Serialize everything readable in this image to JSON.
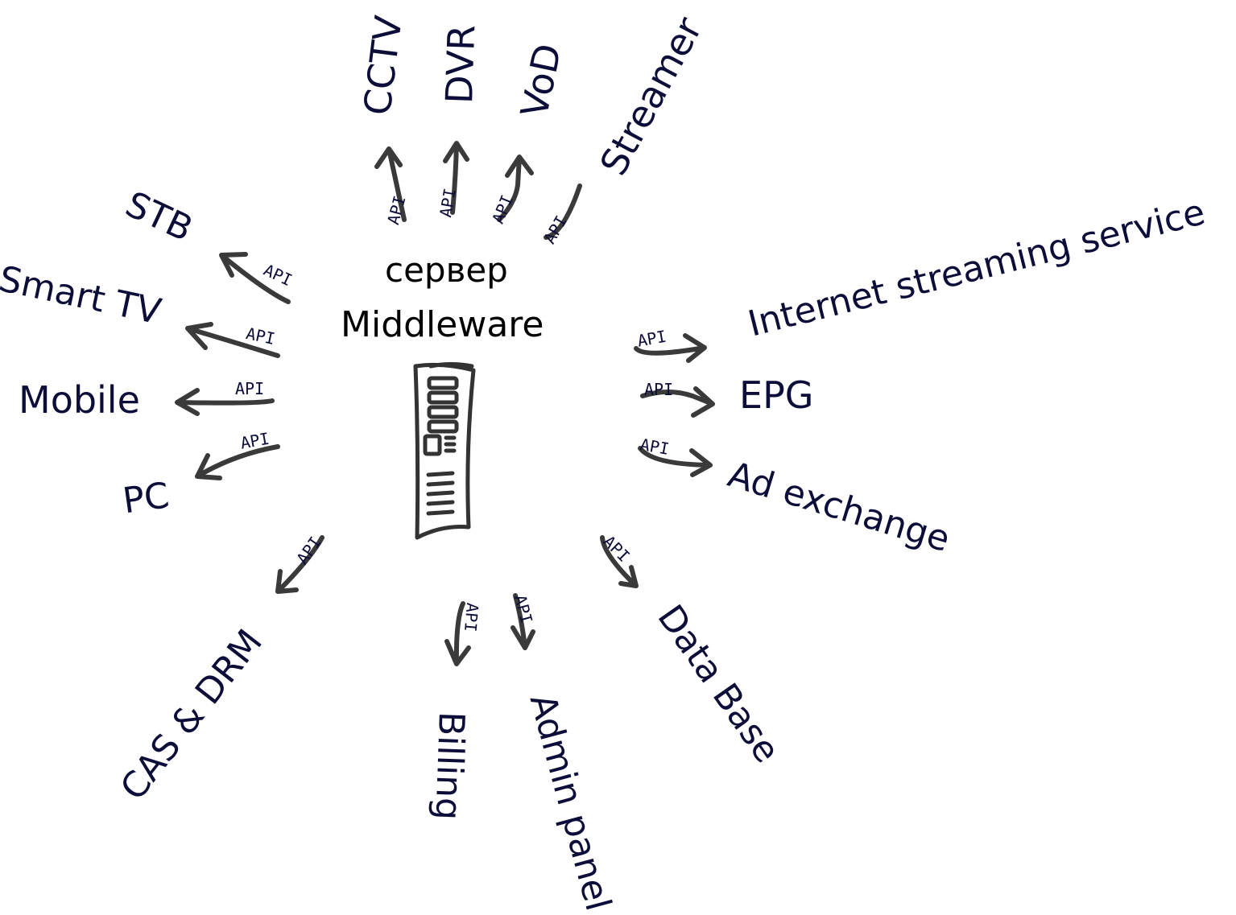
{
  "center": {
    "title_ru": "сервер",
    "title_en": "Middleware",
    "icon": "server-rack-icon"
  },
  "connector_label": "API",
  "colors": {
    "text": "#0d0d3a",
    "arrow": "#3a3a3a",
    "background": "#ffffff"
  },
  "nodes": {
    "cctv": "CCTV",
    "dvr": "DVR",
    "vod": "VoD",
    "streamer": "Streamer",
    "stb": "STB",
    "smart_tv": "Smart TV",
    "mobile": "Mobile",
    "pc": "PC",
    "internet_streaming": "Internet streaming service",
    "epg": "EPG",
    "ad_exchange": "Ad exchange",
    "cas_drm": "CAS & DRM",
    "billing": "Billing",
    "admin_panel": "Admin panel",
    "database": "Data Base"
  }
}
